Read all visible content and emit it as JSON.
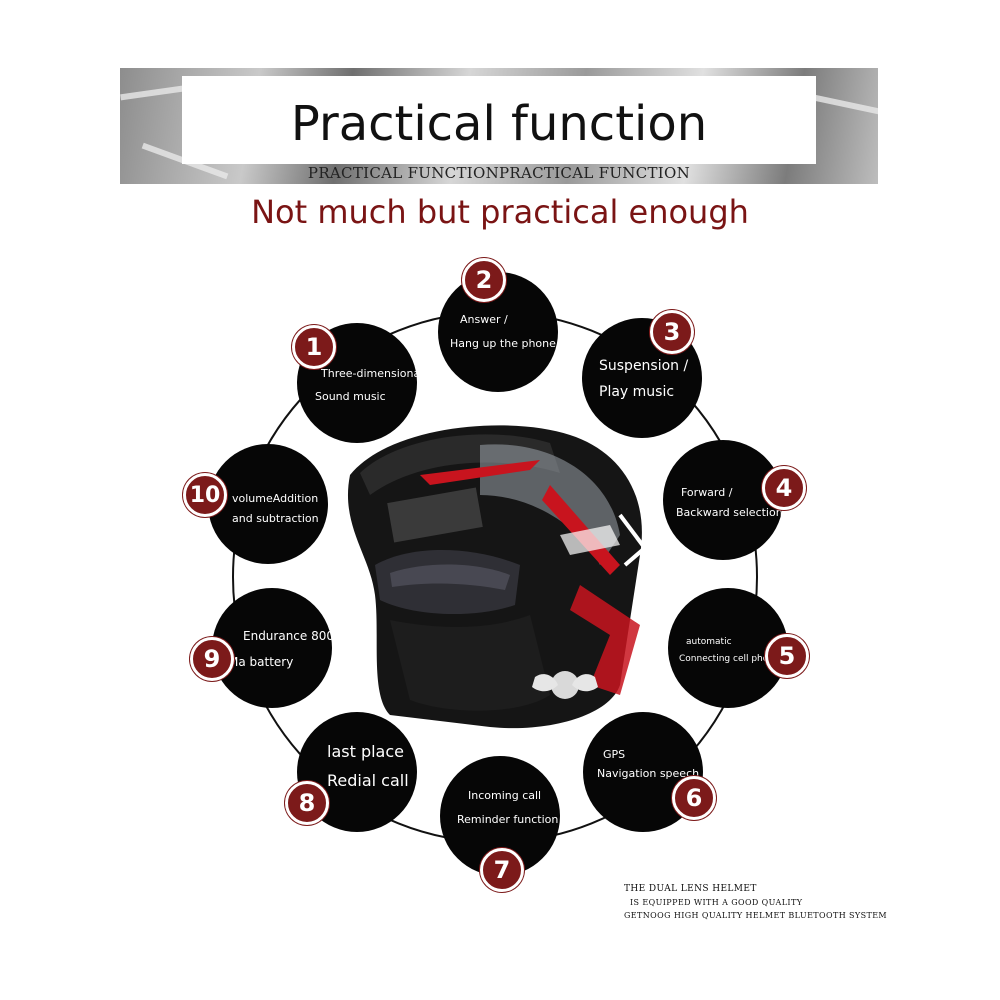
{
  "banner": {
    "title": "Practical function",
    "subtitle": "PRACTICAL FUNCTIONPRACTICAL FUNCTION"
  },
  "tagline": "Not much but practical enough",
  "functions": [
    {
      "number": "1",
      "line1": "Three-dimensional",
      "line2": "Sound music"
    },
    {
      "number": "2",
      "line1": "Answer /",
      "line2": "Hang up the phone"
    },
    {
      "number": "3",
      "line1": "Suspension /",
      "line2": "Play music"
    },
    {
      "number": "4",
      "line1": "Forward /",
      "line2": "Backward selection"
    },
    {
      "number": "5",
      "line1": "automatic",
      "line2": "Connecting cell phon"
    },
    {
      "number": "6",
      "line1": "GPS",
      "line2": "Navigation speech"
    },
    {
      "number": "7",
      "line1": "Incoming call",
      "line2": "Reminder function"
    },
    {
      "number": "8",
      "line1": "last place",
      "line2": "Redial call"
    },
    {
      "number": "9",
      "line1": "Endurance 800",
      "line2": "Ma battery"
    },
    {
      "number": "10",
      "line1": "volumeAddition",
      "line2": "and subtraction"
    }
  ],
  "footnote": {
    "line1": "The dual lens helmet",
    "line2": "is equipped with a good quality",
    "line3": "GETNOOG high quality helmet bluetooth system"
  },
  "colors": {
    "accent": "#7c1a1a",
    "tagline": "#7a1414",
    "circle": "#060606"
  }
}
